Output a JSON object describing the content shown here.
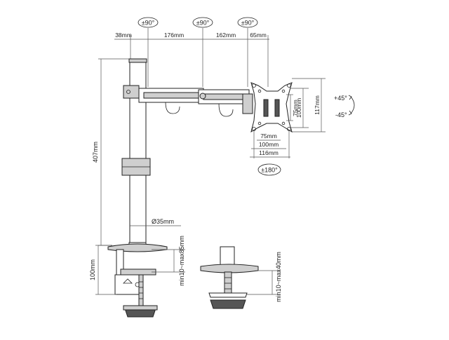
{
  "labels": {
    "rot1": "±90°",
    "rot2": "±90°",
    "rot3": "±90°",
    "w38": "38mm",
    "w176": "176mm",
    "w162": "162mm",
    "w65": "65mm",
    "tiltUp": "+45°",
    "tiltDown": "-45°",
    "h100": "100mm",
    "h75": "75mm",
    "h117": "117mm",
    "vesa75": "75mm",
    "vesa100": "100mm",
    "plate116": "116mm",
    "swivel180": "±180°",
    "height407": "407mm",
    "pole": "Ø35mm",
    "clampRange": "min10~max85mm",
    "clampHeight": "100mm",
    "grommetRange": "min10~max40mm"
  }
}
